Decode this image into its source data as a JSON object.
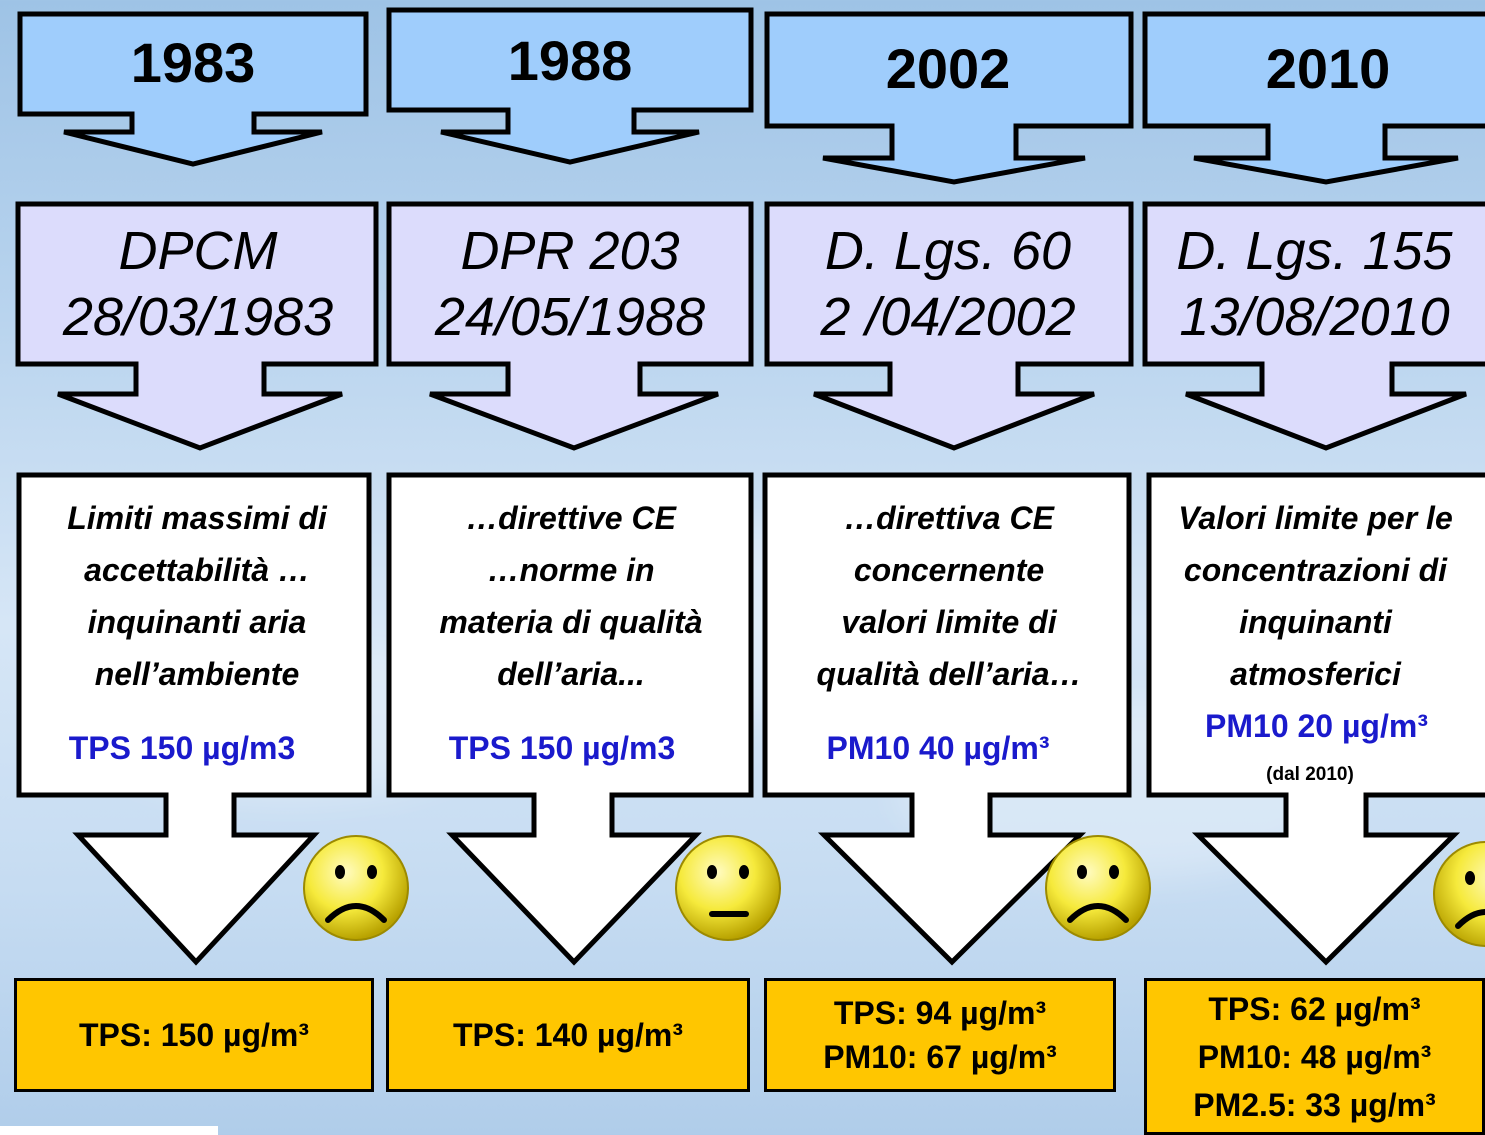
{
  "columns": [
    {
      "year": "1983",
      "decree": [
        "DPCM",
        "28/03/1983"
      ],
      "description": [
        "Limiti massimi di",
        "accettabilità …",
        "inquinanti aria",
        "nell’ambiente"
      ],
      "limit": "TPS 150 µg/m3",
      "limit_note": "",
      "mood": "sad",
      "measured": [
        "TPS: 150 µg/m³"
      ]
    },
    {
      "year": "1988",
      "decree": [
        "DPR 203",
        "24/05/1988"
      ],
      "description": [
        "…direttive CE",
        "…norme in",
        "materia di qualità",
        "dell’aria..."
      ],
      "limit": "TPS 150 µg/m3",
      "limit_note": "",
      "mood": "neutral",
      "measured": [
        "TPS: 140 µg/m³"
      ]
    },
    {
      "year": "2002",
      "decree": [
        "D. Lgs. 60",
        "2 /04/2002"
      ],
      "description": [
        "…direttiva CE",
        "concernente",
        "valori limite di",
        "qualità dell’aria…"
      ],
      "limit": "PM10  40 µg/m³",
      "limit_note": "",
      "mood": "sad",
      "measured": [
        "TPS: 94 µg/m³",
        "PM10: 67 µg/m³"
      ]
    },
    {
      "year": "2010",
      "decree": [
        "D. Lgs. 155",
        "13/08/2010"
      ],
      "description": [
        "Valori limite per le",
        "concentrazioni di",
        "inquinanti",
        "atmosferici"
      ],
      "limit": "PM10  20 µg/m³",
      "limit_note": "(dal 2010)",
      "mood": "sad",
      "measured": [
        "TPS: 62 µg/m³",
        "PM10: 48 µg/m³",
        "PM2.5: 33 µg/m³"
      ]
    }
  ],
  "colors": {
    "year_arrow": "#9fcdfc",
    "decree_arrow": "#dcdcfc",
    "measure_box": "#ffc600",
    "limit_text": "#1a1acc",
    "smiley": "#f6ea3c"
  },
  "icons": {
    "sad": "sad-face-icon",
    "neutral": "neutral-face-icon"
  }
}
